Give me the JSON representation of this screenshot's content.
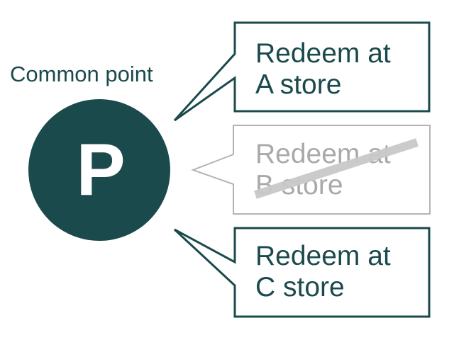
{
  "common_point": {
    "label": "Common point",
    "symbol": "P"
  },
  "callouts": [
    {
      "line1": "Redeem at",
      "line2": "A store",
      "state": "active"
    },
    {
      "line1": "Redeem at",
      "line2": "B store",
      "state": "disabled"
    },
    {
      "line1": "Redeem at",
      "line2": "C store",
      "state": "active"
    }
  ],
  "colors": {
    "primary": "#1b4a4c",
    "disabled": "#a9a9a9",
    "strike": "#c8c8c8",
    "background": "#ffffff"
  }
}
